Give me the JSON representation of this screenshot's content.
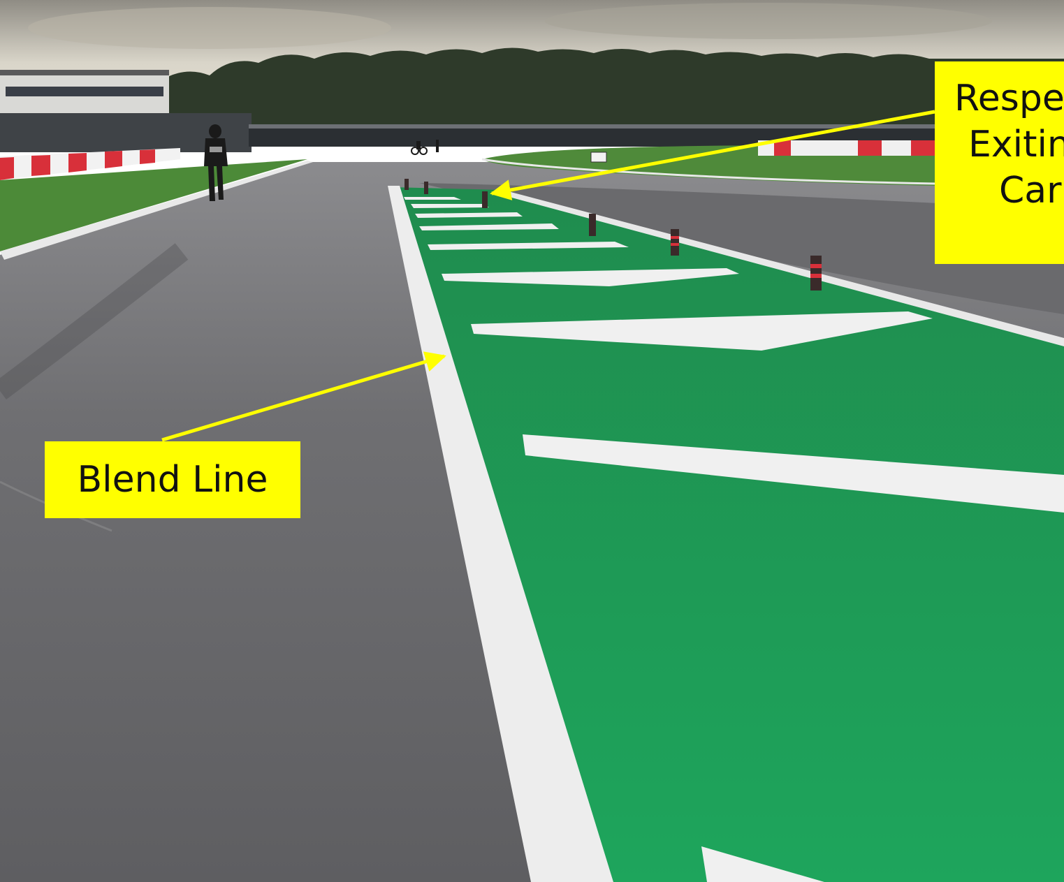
{
  "annotations": {
    "blend_line": {
      "label": "Blend Line"
    },
    "exiting_cars": {
      "lines": [
        "Respe",
        "Exitin",
        "Car"
      ]
    }
  },
  "colors": {
    "callout_fill": "#ffff00",
    "arrow": "#ffff00",
    "sky": "#d8d4c8",
    "trees": "#2f3a2a",
    "asphalt": "#6e6e70",
    "grass": "#4f8a3a",
    "green_zone": "#1ea05a",
    "line_paint": "#f2f2f2",
    "kerb_red": "#d8303a"
  }
}
